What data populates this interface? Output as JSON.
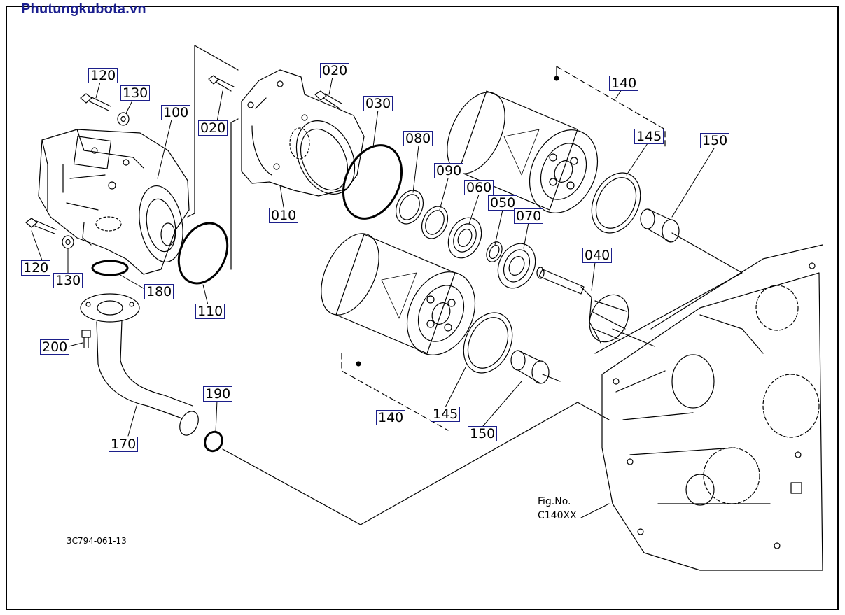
{
  "brand": "Phutungkubota.vn",
  "drawing_code": "3C794-061-13",
  "figure": {
    "label": "Fig.No.",
    "value": "C140XX"
  },
  "parts": {
    "p010": "010",
    "p020a": "020",
    "p020b": "020",
    "p030": "030",
    "p040": "040",
    "p050": "050",
    "p060": "060",
    "p070": "070",
    "p080": "080",
    "p090": "090",
    "p100": "100",
    "p110": "110",
    "p120a": "120",
    "p120b": "120",
    "p130a": "130",
    "p130b": "130",
    "p140a": "140",
    "p140b": "140",
    "p145a": "145",
    "p145b": "145",
    "p150a": "150",
    "p150b": "150",
    "p170": "170",
    "p180": "180",
    "p190": "190",
    "p200": "200"
  },
  "colors": {
    "brand": "#1b1f8f",
    "label_border": "#1c1f8a",
    "line": "#000000"
  }
}
